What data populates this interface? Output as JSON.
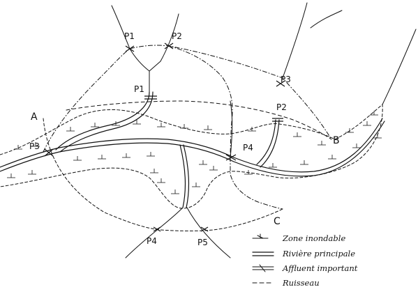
{
  "points": {
    "A": "A",
    "B": "B",
    "C": "C"
  },
  "stations": {
    "p1_top": "P1",
    "p2_top": "P2",
    "p1_mid": "P1",
    "p3_right": "P3",
    "p2_right": "P2",
    "p3_left": "P3",
    "p4_center": "P4",
    "p4_bottom": "P4",
    "p5_bottom": "P5"
  },
  "legend": {
    "zone_inondable": "Zone inondable",
    "riviere_principale": "Rivière principale",
    "affluent_important": "Affluent important",
    "ruisseau": "Ruisseau"
  },
  "colors": {
    "ink": "#111111",
    "paper": "#ffffff"
  }
}
